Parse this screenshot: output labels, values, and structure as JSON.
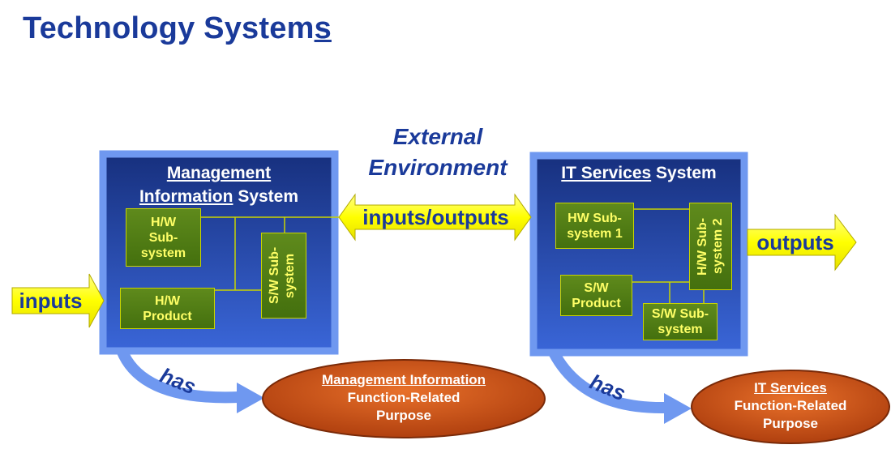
{
  "title_main": "Technology System",
  "title_suffix": "s",
  "environment": {
    "line1": "External",
    "line2": "Environment"
  },
  "arrows": {
    "inputs": "inputs",
    "inputs_outputs": "inputs/outputs",
    "outputs": "outputs",
    "has": "has"
  },
  "mis": {
    "title_line1": "Management",
    "title_info": "Information",
    "title_system": "System",
    "hw_subsystem": "H/W Sub-system",
    "sw_subsystem": "S/W Sub-system",
    "hw_product": "H/W Product"
  },
  "its": {
    "title_it": "IT Services",
    "title_system": "System",
    "hw_subsystem1": "HW Sub-system 1",
    "hw_subsystem2": "H/W Sub-system 2",
    "sw_product": "S/W Product",
    "sw_subsystem": "S/W Sub-system"
  },
  "purpose_mis": {
    "line1": "Management Information",
    "line2": "Function-Related",
    "line3": "Purpose"
  },
  "purpose_its": {
    "line1": "IT Services",
    "line2": "Function-Related",
    "line3": "Purpose"
  },
  "colors": {
    "title": "#1a3a9a",
    "box_fill": "#1f3d9a",
    "box_border": "#6f98f0",
    "subsystem": "#4f7d15",
    "arrow_yellow": "#ffff00",
    "ellipse": "#c8501a"
  }
}
